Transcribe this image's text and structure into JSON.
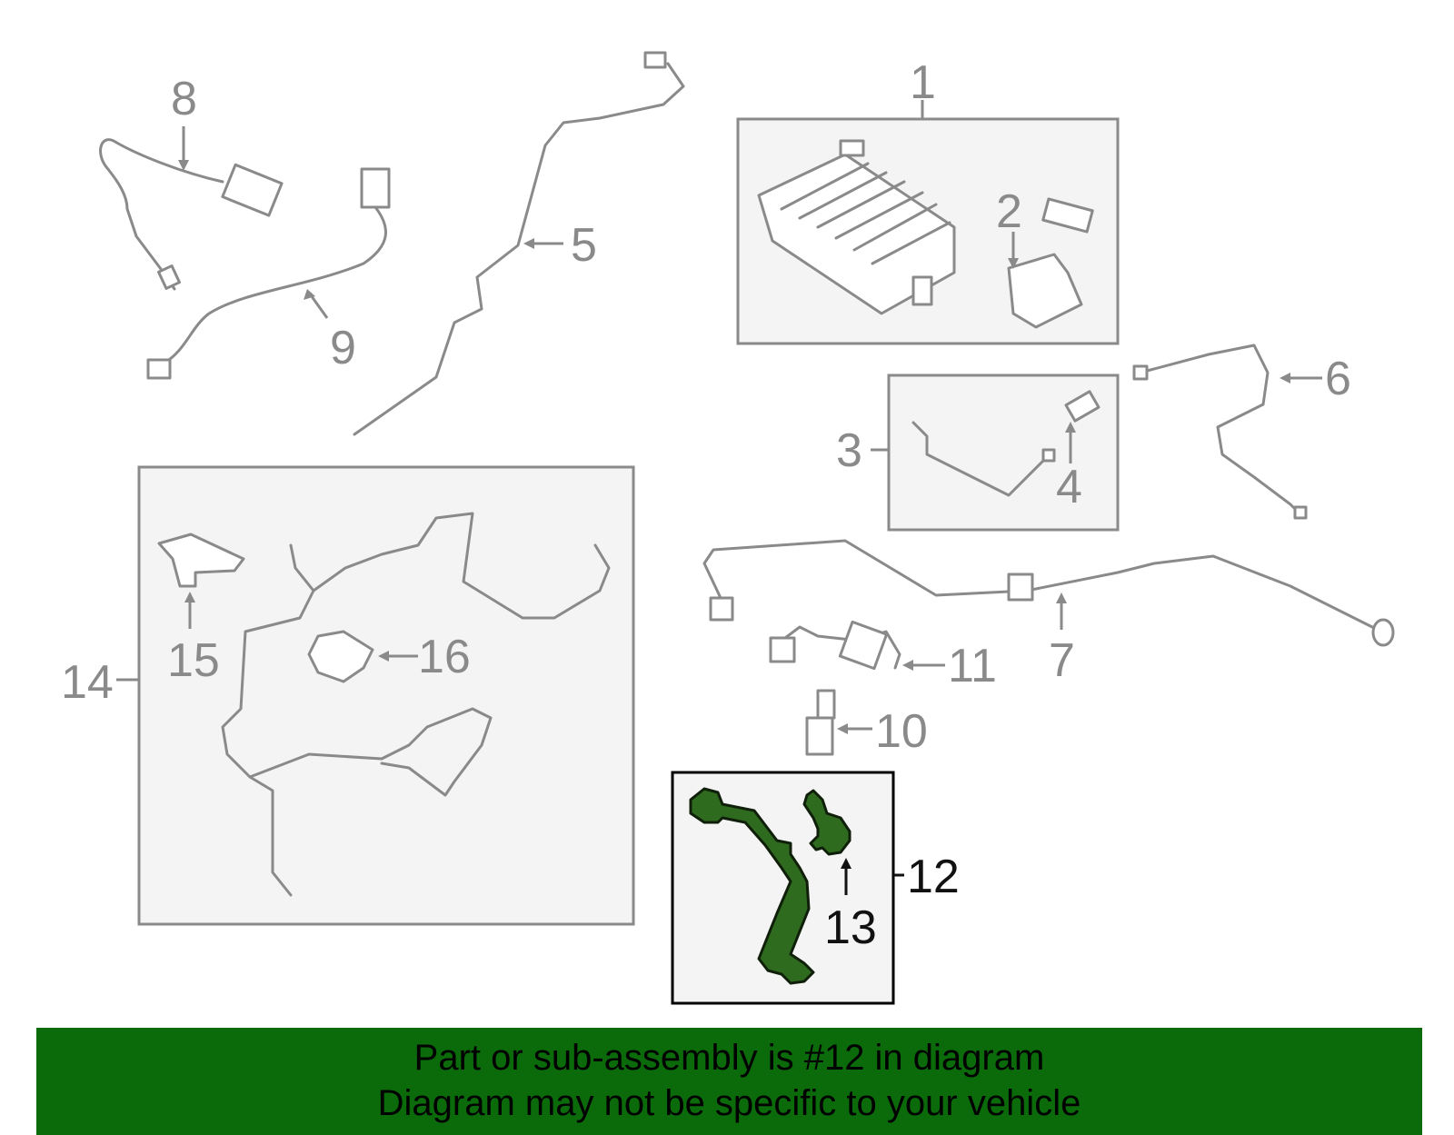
{
  "callouts": {
    "c1": "1",
    "c2": "2",
    "c3": "3",
    "c4": "4",
    "c5": "5",
    "c6": "6",
    "c7": "7",
    "c8": "8",
    "c9": "9",
    "c10": "10",
    "c11": "11",
    "c12": "12",
    "c13": "13",
    "c14": "14",
    "c15": "15",
    "c16": "16"
  },
  "highlighted_part": "12",
  "colors": {
    "banner": "#0b6b0b",
    "highlight_part": "#2f6b1f",
    "callout_gray": "#8a8a8a",
    "panel_bg": "#f4f4f4"
  },
  "banner": {
    "line1": "Part or sub-assembly is #12 in diagram",
    "line2": "Diagram may not be specific to your vehicle"
  }
}
